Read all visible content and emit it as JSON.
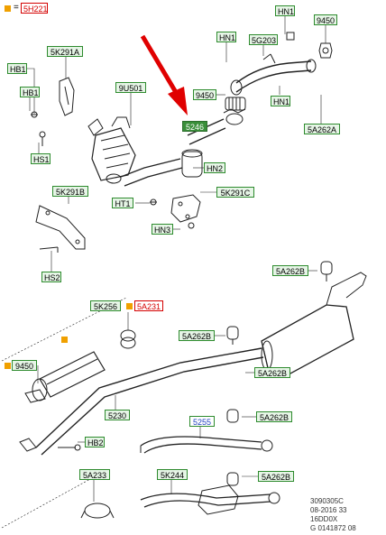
{
  "legend": {
    "equals": "=",
    "ref_label": "5H221"
  },
  "labels": {
    "hn1_top": "HN1",
    "l9450_top": "9450",
    "hn1_b": "HN1",
    "l5g203": "5G203",
    "l5k291a": "5K291A",
    "hb1_a": "HB1",
    "hb1_b": "HB1",
    "l9u501": "9U501",
    "l9450_mid": "9450",
    "hn1_mid": "HN1",
    "l5a262a": "5A262A",
    "l5246": "5246",
    "hs1": "HS1",
    "hn2": "HN2",
    "l5k291b": "5K291B",
    "ht1": "HT1",
    "l5k291c": "5K291C",
    "hn3": "HN3",
    "hs2": "HS2",
    "l5a262b_top": "5A262B",
    "l5k256": "5K256",
    "l5a231": "5A231",
    "l5a262b_mid": "5A262B",
    "l9450_low": "9450",
    "l5a262b_right": "5A262B",
    "l5230": "5230",
    "l5255": "5255",
    "l5a262b_b2": "5A262B",
    "hb2": "HB2",
    "l5a233": "5A233",
    "l5k244": "5K244",
    "l5a262b_bottom": "5A262B"
  },
  "reference": {
    "line1": "3090305C",
    "line2": "08-2016 33",
    "line3": "16DD0X",
    "line4": "G 0141872 08"
  },
  "colors": {
    "label_green": "#2e8b2e",
    "label_blue_text": "#1f3fbf",
    "label_red": "#d40000",
    "highlight_arrow": "#e00000",
    "marker_orange": "#f0a000"
  }
}
